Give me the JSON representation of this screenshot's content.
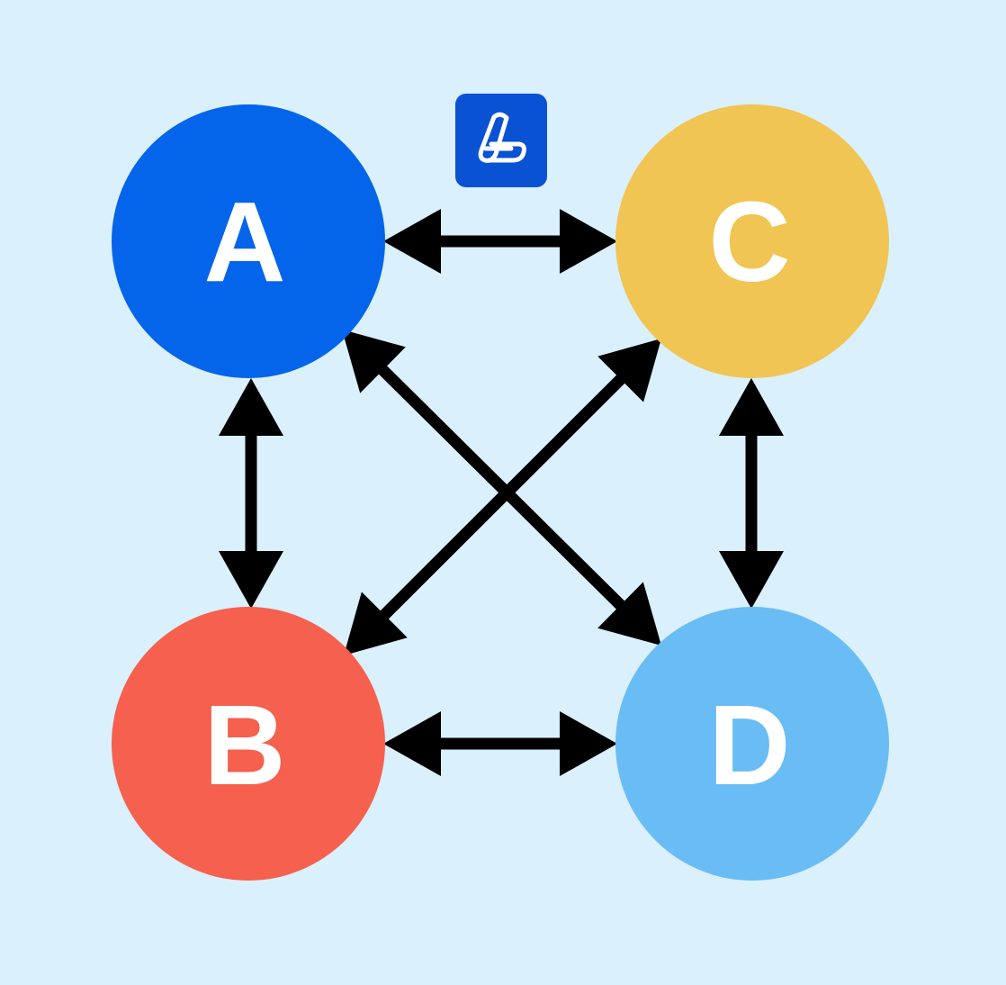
{
  "colors": {
    "background": "#daf0fc",
    "arrow": "#000000",
    "label": "#ffffff",
    "logo_badge": "#0a52d4",
    "logo_mark": "#ffffff"
  },
  "logo": {
    "icon": "link-logo-icon"
  },
  "nodes": {
    "a": {
      "label": "A",
      "color": "#0465ea"
    },
    "b": {
      "label": "B",
      "color": "#f6604e"
    },
    "c": {
      "label": "C",
      "color": "#f0c553"
    },
    "d": {
      "label": "D",
      "color": "#6abcf5"
    }
  },
  "edges": [
    {
      "from": "A",
      "to": "C",
      "direction": "both"
    },
    {
      "from": "A",
      "to": "B",
      "direction": "both"
    },
    {
      "from": "C",
      "to": "D",
      "direction": "both"
    },
    {
      "from": "B",
      "to": "D",
      "direction": "both"
    },
    {
      "from": "A",
      "to": "D",
      "direction": "both"
    },
    {
      "from": "C",
      "to": "B",
      "direction": "both"
    }
  ]
}
